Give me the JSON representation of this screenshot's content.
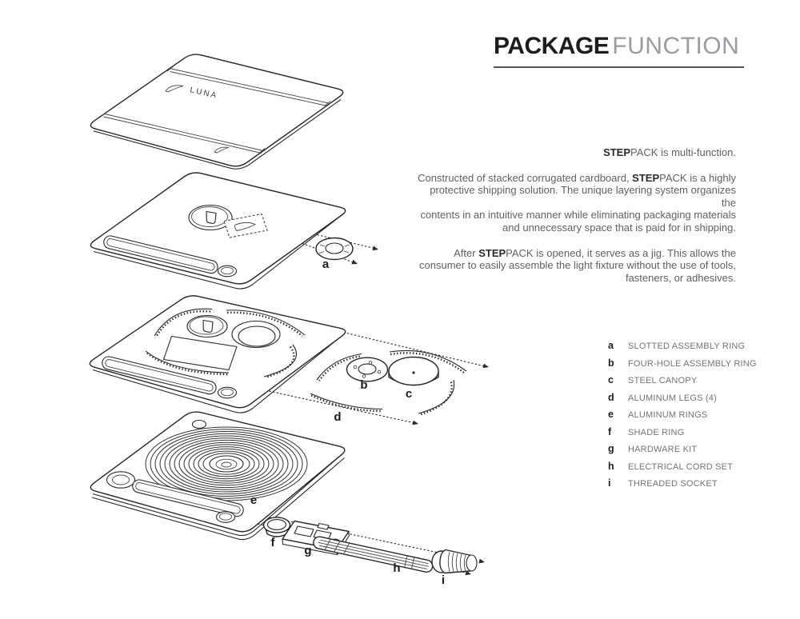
{
  "title": {
    "bold": "PACKAGE",
    "light": "FUNCTION"
  },
  "body": {
    "intro": {
      "b": "STEP",
      "post": "PACK is multi-function."
    },
    "p2": {
      "l1": {
        "pre": "Constructed of stacked corrugated cardboard, ",
        "b": "STEP",
        "post": "PACK is a highly"
      },
      "l2": "protective shipping solution. The unique layering system organizes the",
      "l3": "contents in an intuitive manner while eliminating packaging materials",
      "l4": "and unnecessary space that is paid for in shipping."
    },
    "p3": {
      "l1": {
        "pre": "After ",
        "b": "STEP",
        "post": "PACK is opened, it serves as a jig. This allows the"
      },
      "l2": "consumer to easily assemble the light fixture without the use of tools,",
      "l3": "fasteners, or adhesives."
    }
  },
  "legend": {
    "items": [
      {
        "key": "a",
        "label": "SLOTTED ASSEMBLY RING"
      },
      {
        "key": "b",
        "label": "FOUR-HOLE ASSEMBLY RING"
      },
      {
        "key": "c",
        "label": "STEEL CANOPY"
      },
      {
        "key": "d",
        "label": "ALUMINUM LEGS (4)"
      },
      {
        "key": "e",
        "label": "ALUMINUM RINGS"
      },
      {
        "key": "f",
        "label": "SHADE RING"
      },
      {
        "key": "g",
        "label": "HARDWARE KIT"
      },
      {
        "key": "h",
        "label": "ELECTRICAL CORD SET"
      },
      {
        "key": "i",
        "label": "THREADED SOCKET"
      }
    ]
  },
  "diagram": {
    "logo": "LUNA",
    "labels": {
      "a": "a",
      "b": "b",
      "c": "c",
      "d": "d",
      "e": "e",
      "f": "f",
      "g": "g",
      "h": "h",
      "i": "i"
    }
  },
  "colors": {
    "ink": "#27272b",
    "body_text": "#606164",
    "title_light": "#9a9c9f",
    "legend_label": "#737477",
    "rule": "#55565a",
    "background": "#ffffff"
  }
}
